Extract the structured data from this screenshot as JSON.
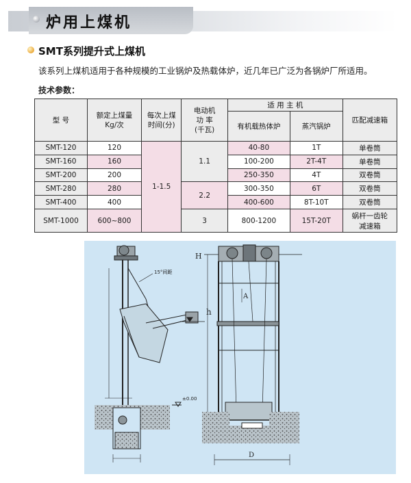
{
  "header": {
    "title": "炉用上煤机"
  },
  "section": {
    "title": "SMT系列提升式上煤机",
    "description": "该系列上煤机适用于各种规模的工业锅炉及热载体炉，近几年已广泛为各锅炉厂所适用。",
    "specs_label": "技术参数："
  },
  "table": {
    "headers": {
      "model": "型 号",
      "capacity": "额定上煤量",
      "capacity_unit": "Kg/次",
      "time": "每次上煤",
      "time_unit": "时间(分)",
      "power": "电动机",
      "power_sub": "功 率",
      "power_unit": "(千瓦)",
      "host": "适 用 主 机",
      "host_thermal": "有机载热体炉",
      "host_steam": "蒸汽锅炉",
      "reducer": "匹配减速箱"
    },
    "rows": [
      {
        "model": "SMT-120",
        "capacity": "120",
        "thermal": "40-80",
        "steam": "1T",
        "reducer": "单卷筒"
      },
      {
        "model": "SMT-160",
        "capacity": "160",
        "thermal": "100-200",
        "steam": "2T-4T",
        "reducer": "单卷筒"
      },
      {
        "model": "SMT-200",
        "capacity": "200",
        "thermal": "250-350",
        "steam": "4T",
        "reducer": "双卷筒"
      },
      {
        "model": "SMT-280",
        "capacity": "280",
        "thermal": "300-350",
        "steam": "6T",
        "reducer": "双卷筒"
      },
      {
        "model": "SMT-400",
        "capacity": "400",
        "thermal": "400-600",
        "steam": "8T-10T",
        "reducer": "双卷筒"
      },
      {
        "model": "SMT-1000",
        "capacity": "600~800",
        "thermal": "800-1200",
        "steam": "15T-20T",
        "reducer_line1": "蜗杆一齿轮",
        "reducer_line2": "减速箱"
      }
    ],
    "time_value": "1-1.5",
    "power_values": {
      "group1": "1.1",
      "group2": "2.2",
      "group3": "3"
    }
  },
  "figure": {
    "label_H": "H",
    "label_h": "h",
    "label_A": "A",
    "label_D": "D",
    "label_angle": "15°间距",
    "level_mark": "±0.00"
  }
}
